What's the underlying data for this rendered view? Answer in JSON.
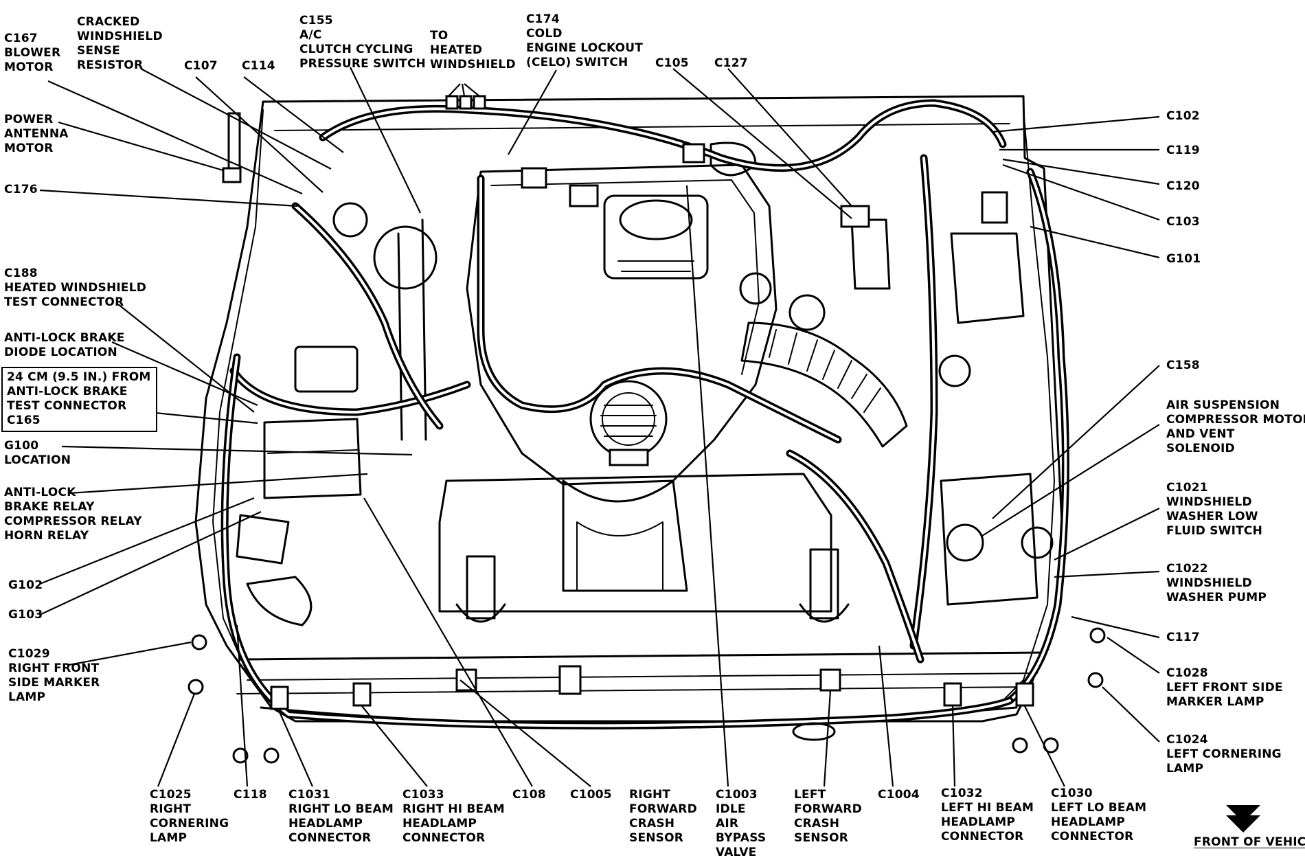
{
  "labels": {
    "c167": "C167\nBLOWER\nMOTOR",
    "cracked": "CRACKED\nWINDSHIELD\nSENSE\nRESISTOR",
    "c107": "C107",
    "c114": "C114",
    "c155": "C155\nA/C\nCLUTCH CYCLING\nPRESSURE SWITCH",
    "to_heated": "TO\nHEATED\nWINDSHIELD",
    "c174": "C174\nCOLD\nENGINE LOCKOUT\n(CELO) SWITCH",
    "c105": "C105",
    "c127": "C127",
    "power_antenna": "POWER\nANTENNA\nMOTOR",
    "c176": "C176",
    "c188": "C188\nHEATED WINDSHIELD\nTEST CONNECTOR",
    "abs_diode": "ANTI-LOCK BRAKE\nDIODE LOCATION",
    "boxed_note": "24 CM (9.5 IN.) FROM\nANTI-LOCK BRAKE\nTEST CONNECTOR\nC165",
    "g100": "G100\nLOCATION",
    "abs_relay": "ANTI-LOCK\nBRAKE RELAY\nCOMPRESSOR RELAY\nHORN RELAY",
    "g102": "G102",
    "g103": "G103",
    "c1029": "C1029\nRIGHT FRONT\nSIDE MARKER\nLAMP",
    "c102": "C102",
    "c119": "C119",
    "c120": "C120",
    "c103": "C103",
    "g101": "G101",
    "c158": "C158",
    "air_susp": "AIR SUSPENSION\nCOMPRESSOR MOTOR\nAND VENT\nSOLENOID",
    "c1021": "C1021\nWINDSHIELD\nWASHER LOW\nFLUID SWITCH",
    "c1022": "C1022\nWINDSHIELD\nWASHER PUMP",
    "c117": "C117",
    "c1028": "C1028\nLEFT FRONT SIDE\nMARKER LAMP",
    "c1024": "C1024\nLEFT CORNERING\nLAMP",
    "c1025": "C1025\nRIGHT\nCORNERING\nLAMP",
    "c118": "C118",
    "c1031": "C1031\nRIGHT LO BEAM\nHEADLAMP\nCONNECTOR",
    "c1033": "C1033\nRIGHT HI BEAM\nHEADLAMP\nCONNECTOR",
    "c108": "C108",
    "c1005": "C1005",
    "right_crash": "RIGHT\nFORWARD\nCRASH\nSENSOR",
    "c1003": "C1003\nIDLE\nAIR\nBYPASS\nVALVE",
    "left_crash": "LEFT\nFORWARD\nCRASH\nSENSOR",
    "c1004": "C1004",
    "c1032": "C1032\nLEFT HI BEAM\nHEADLAMP\nCONNECTOR",
    "c1030": "C1030\nLEFT LO BEAM\nHEADLAMP\nCONNECTOR",
    "front_of_vehicle": "FRONT OF VEHICLE"
  },
  "icons": {
    "front_arrow": "down-arrow-icon"
  }
}
